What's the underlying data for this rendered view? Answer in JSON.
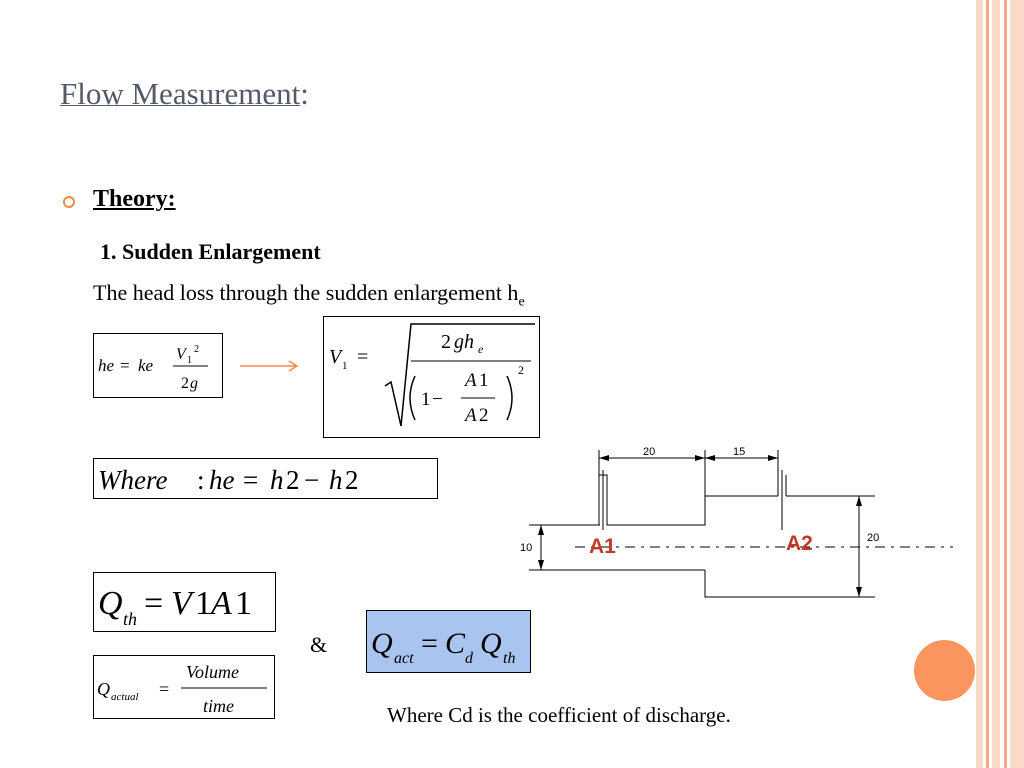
{
  "slide": {
    "title": "Flow Measurement",
    "title_suffix": ":",
    "heading": "Theory:",
    "subheading": "1. Sudden Enlargement",
    "headloss_text": "The head loss through the sudden enlargement h",
    "headloss_sub": "e",
    "ampersand": "&",
    "cd_note": "Where Cd is the coefficient of discharge."
  },
  "diagram": {
    "dim_top_left": "20",
    "dim_top_right": "15",
    "dim_left": "10",
    "dim_right": "20",
    "label_a1": "A1",
    "label_a2": "A2",
    "label_color": "#c0392b"
  },
  "colors": {
    "accent": "#f08a4b",
    "title": "#555a68",
    "qact_fill": "#a9c4ef",
    "stripe_light": "#fbd9c9",
    "stripe_dark": "#f4a98a",
    "dot": "#fb9560"
  }
}
